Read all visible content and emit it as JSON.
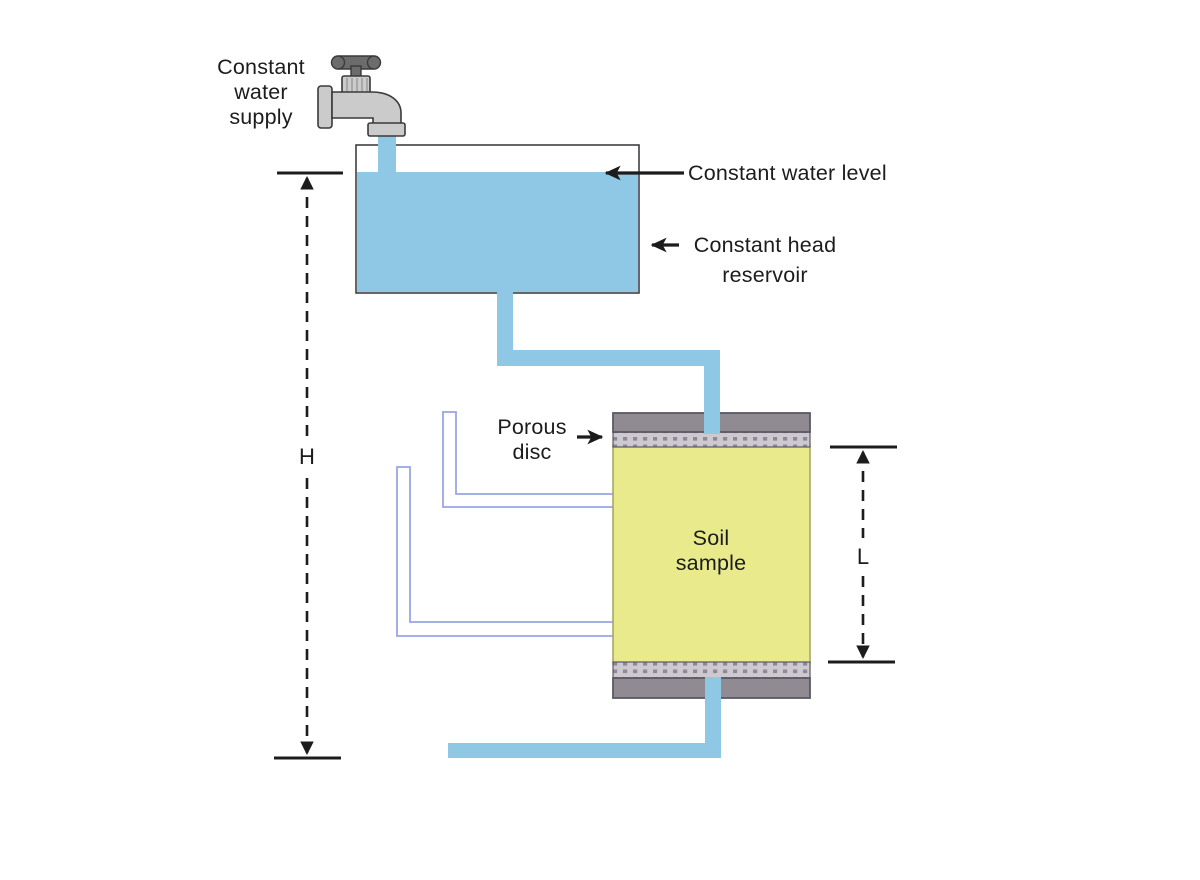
{
  "labels": {
    "water_supply_1": "Constant",
    "water_supply_2": "water",
    "water_supply_3": "supply",
    "water_level": "Constant water level",
    "head_reservoir_1": "Constant head",
    "head_reservoir_2": "reservoir",
    "porous_disc_1": "Porous",
    "porous_disc_2": "disc",
    "soil_sample_1": "Soil",
    "soil_sample_2": "sample",
    "head_dimension": "H",
    "length_dimension": "L"
  },
  "colors": {
    "background": "#FFFFFF",
    "water": "#8FC8E4",
    "soil": "#E8EA8C",
    "soil_border": "#A6A35B",
    "cap_gray": "#908A92",
    "cap_border": "#5C5763",
    "porous_bg": "#CDC9D1",
    "porous_dot": "#8E8995",
    "manometer_outline": "#9AA5E5",
    "faucet_light": "#CBCBCB",
    "faucet_dark": "#6C6C6C",
    "faucet_outline": "#3A3A3A",
    "reservoir_border": "#3F3F46",
    "line_black": "#1C1C1C"
  }
}
